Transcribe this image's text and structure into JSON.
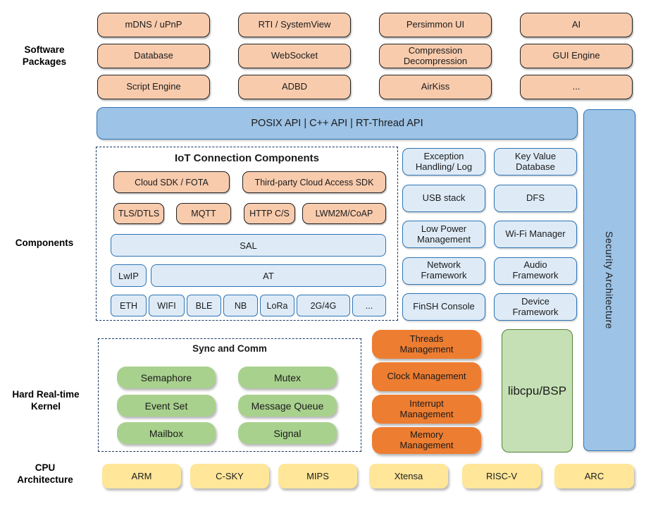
{
  "side_labels": {
    "software_packages": "Software\nPackages",
    "components": "Components",
    "kernel": "Hard Real-time\nKernel",
    "cpu": "CPU\nArchitecture"
  },
  "software_packages": {
    "items": [
      "mDNS / uPnP",
      "RTI / SystemView",
      "Persimmon UI",
      "AI",
      "Database",
      "WebSocket",
      "Compression\nDecompression",
      "GUI Engine",
      "Script Engine",
      "ADBD",
      "AirKiss",
      "..."
    ]
  },
  "api_bar": {
    "label": "POSIX API  |  C++ API  |  RT-Thread API"
  },
  "security_bar": {
    "label": "Security Architecture"
  },
  "iot": {
    "title": "IoT Connection Components",
    "cloud_sdk": "Cloud SDK / FOTA",
    "third_party": "Third-party Cloud Access SDK",
    "protocols": [
      "TLS/DTLS",
      "MQTT",
      "HTTP C/S",
      "LWM2M/CoAP"
    ],
    "sal": "SAL",
    "lwip": "LwIP",
    "at": "AT",
    "interfaces": [
      "ETH",
      "WIFI",
      "BLE",
      "NB",
      "LoRa",
      "2G/4G",
      "..."
    ]
  },
  "services": {
    "items": [
      "Exception\nHandling/ Log",
      "Key Value\nDatabase",
      "USB stack",
      "DFS",
      "Low Power\nManagement",
      "Wi-Fi Manager",
      "Network\nFramework",
      "Audio\nFramework",
      "FinSH Console",
      "Device\nFramework"
    ]
  },
  "kernel": {
    "sync_title": "Sync and Comm",
    "sync_items": [
      "Semaphore",
      "Mutex",
      "Event Set",
      "Message Queue",
      "Mailbox",
      "Signal"
    ],
    "management": [
      "Threads\nManagement",
      "Clock Management",
      "Interrupt\nManagement",
      "Memory\nManagement"
    ],
    "libcpu": "libcpu/BSP"
  },
  "cpu": {
    "items": [
      "ARM",
      "C-SKY",
      "MIPS",
      "Xtensa",
      "RISC-V",
      "ARC"
    ]
  },
  "colors": {
    "package_fill": "#F8CBAD",
    "package_border": "#222222",
    "api_fill": "#9DC3E6",
    "blue_border": "#2E74B5",
    "service_fill": "#DEEBF7",
    "sync_fill": "#A9D18E",
    "management_fill": "#ED7D31",
    "libcpu_fill": "#C5E0B4",
    "libcpu_border": "#538135",
    "cpu_fill": "#FFE699",
    "dashed_border": "#17365D"
  }
}
